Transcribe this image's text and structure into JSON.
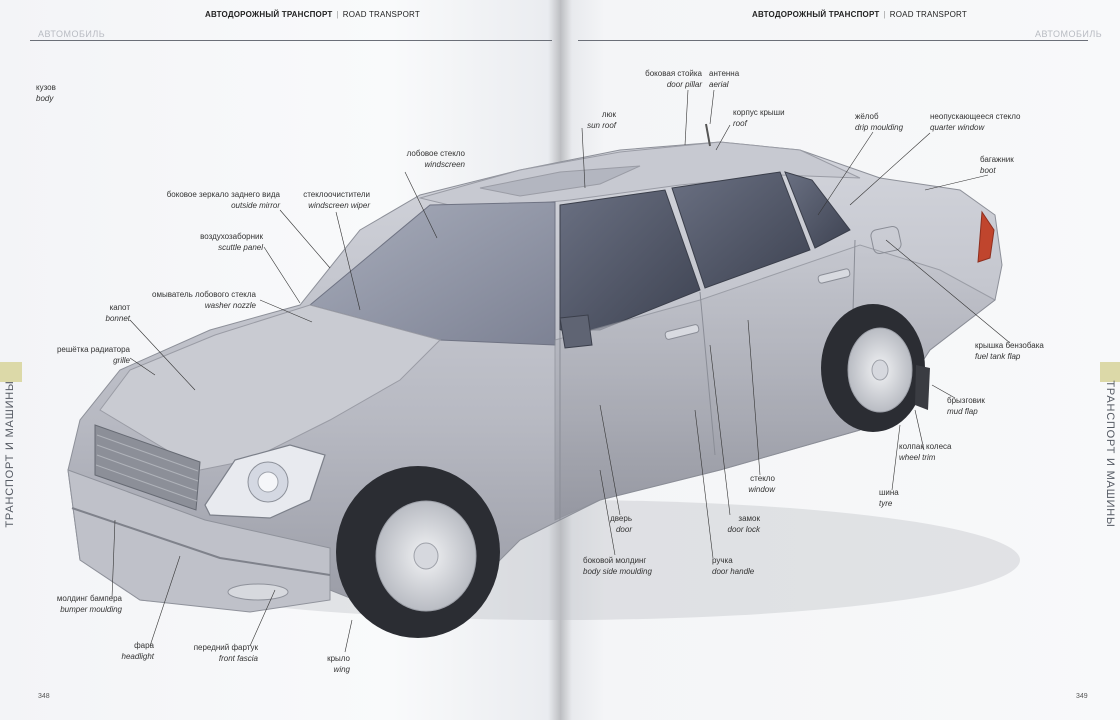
{
  "left": {
    "header_ru": "АВТОДОРОЖНЫЙ ТРАНСПОРТ",
    "header_en": "ROAD TRANSPORT",
    "section": "АВТОМОБИЛЬ",
    "page_number": "348"
  },
  "right": {
    "header_ru": "АВТОДОРОЖНЫЙ ТРАНСПОРТ",
    "header_en": "ROAD TRANSPORT",
    "section": "АВТОМОБИЛЬ",
    "page_number": "349",
    "side_tab": "ТРАНСПОРТ И МАШИНЫ"
  },
  "labels": {
    "body": {
      "ru": "кузов",
      "en": "body"
    },
    "windscreen": {
      "ru": "лобовое стекло",
      "en": "windscreen"
    },
    "mirror": {
      "ru": "боковое зеркало заднего вида",
      "en": "outside mirror"
    },
    "wiper": {
      "ru": "стеклоочистители",
      "en": "windscreen wiper"
    },
    "scuttle": {
      "ru": "воздухозаборник",
      "en": "scuttle panel"
    },
    "washer": {
      "ru": "омыватель лобового стекла",
      "en": "washer nozzle"
    },
    "bonnet": {
      "ru": "капот",
      "en": "bonnet"
    },
    "grille": {
      "ru": "решётка радиатора",
      "en": "grille"
    },
    "bumper": {
      "ru": "молдинг бампера",
      "en": "bumper moulding"
    },
    "headlight": {
      "ru": "фара",
      "en": "headlight"
    },
    "fascia": {
      "ru": "передний фартук",
      "en": "front fascia"
    },
    "wing": {
      "ru": "крыло",
      "en": "wing"
    },
    "pillar": {
      "ru": "боковая стойка",
      "en": "door pillar"
    },
    "aerial": {
      "ru": "антенна",
      "en": "aerial"
    },
    "sunroof": {
      "ru": "люк",
      "en": "sun roof"
    },
    "roof": {
      "ru": "корпус крыши",
      "en": "roof"
    },
    "drip": {
      "ru": "жёлоб",
      "en": "drip moulding"
    },
    "quarter": {
      "ru": "неопускающееся стекло",
      "en": "quarter window"
    },
    "boot": {
      "ru": "багажник",
      "en": "boot"
    },
    "fuelflap": {
      "ru": "крышка бензобака",
      "en": "fuel tank flap"
    },
    "mudflap": {
      "ru": "брызговик",
      "en": "mud flap"
    },
    "wheeltrim": {
      "ru": "колпак колеса",
      "en": "wheel trim"
    },
    "tyre": {
      "ru": "шина",
      "en": "tyre"
    },
    "window": {
      "ru": "стекло",
      "en": "window"
    },
    "doorlock": {
      "ru": "замок",
      "en": "door lock"
    },
    "door": {
      "ru": "дверь",
      "en": "door"
    },
    "handle": {
      "ru": "ручка",
      "en": "door handle"
    },
    "sidemould": {
      "ru": "боковой молдинг",
      "en": "body side moulding"
    }
  },
  "colors": {
    "car_body": "#b9bbc4",
    "glass": "#4f5566",
    "tab": "#dcd9a8"
  }
}
